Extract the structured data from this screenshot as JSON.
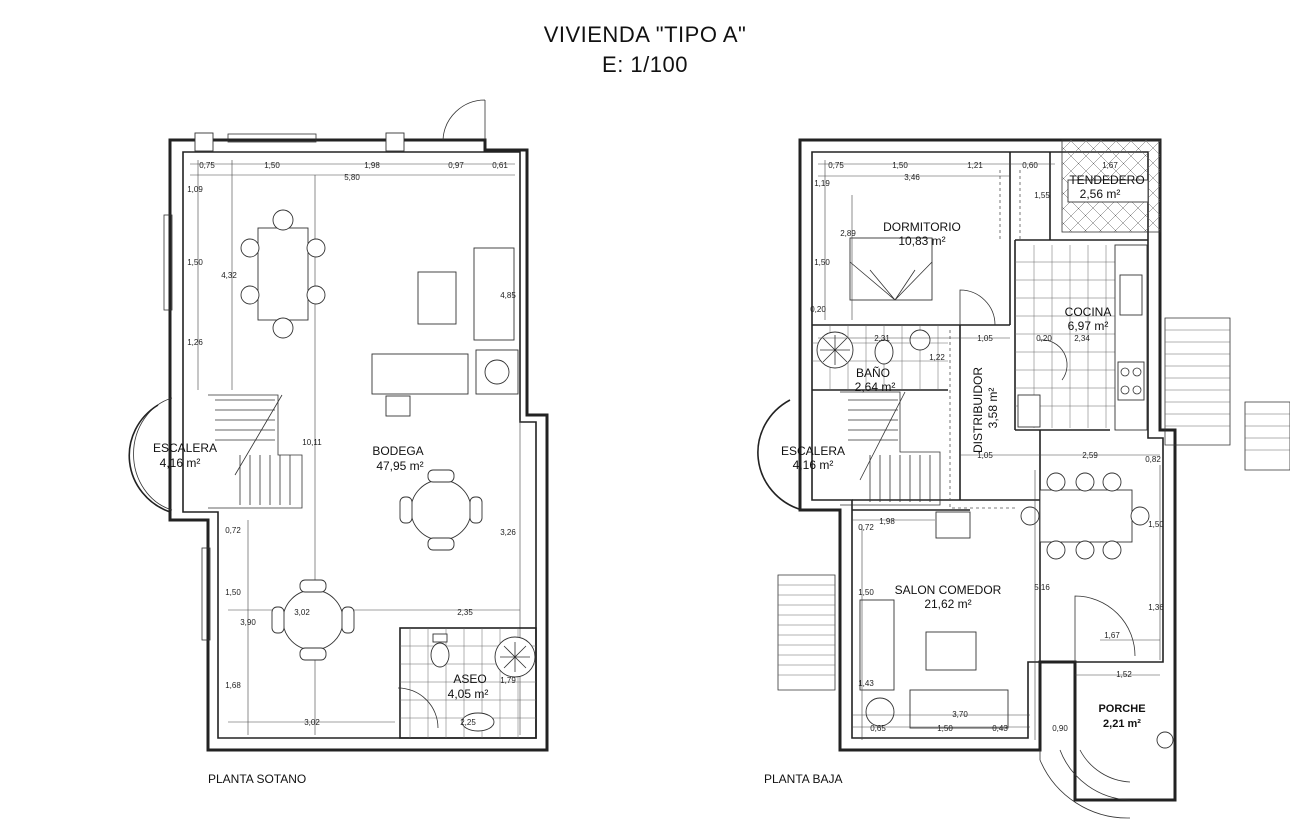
{
  "header": {
    "title": "VIVIENDA \"TIPO A\"",
    "scale": "E: 1/100"
  },
  "plans": {
    "sotano": {
      "name": "PLANTA SOTANO",
      "rooms": [
        {
          "name": "BODEGA",
          "area": "47,95 m²"
        },
        {
          "name": "ESCALERA",
          "area": "4,16 m²"
        },
        {
          "name": "ASEO",
          "area": "4,05 m²"
        }
      ],
      "dims": [
        "0,75",
        "1,50",
        "1,98",
        "0,97",
        "0,61",
        "5,80",
        "1,09",
        "1,50",
        "4,32",
        "1,26",
        "4,85",
        "10,11",
        "3,26",
        "0,72",
        "1,50",
        "3,90",
        "1,68",
        "3,02",
        "2,35",
        "1,79",
        "3,02",
        "2,25"
      ]
    },
    "baja": {
      "name": "PLANTA BAJA",
      "rooms": [
        {
          "name": "DORMITORIO",
          "area": "10,83 m²"
        },
        {
          "name": "TENDEDERO",
          "area": "2,56 m²"
        },
        {
          "name": "COCINA",
          "area": "6,97 m²"
        },
        {
          "name": "BAÑO",
          "area": "2,64 m²"
        },
        {
          "name": "DISTRIBUIDOR",
          "area": "3,58 m²"
        },
        {
          "name": "ESCALERA",
          "area": "4,16 m²"
        },
        {
          "name": "SALON COMEDOR",
          "area": "21,62 m²"
        },
        {
          "name": "PORCHE",
          "area": "2,21 m²"
        }
      ],
      "dims": [
        "0,75",
        "1,50",
        "1,21",
        "0,60",
        "1,67",
        "3,46",
        "1,19",
        "1,55",
        "2,89",
        "1,50",
        "0,20",
        "2,31",
        "1,05",
        "2,34",
        "0,20",
        "1,22",
        "1,05",
        "2,59",
        "0,82",
        "1,98",
        "0,72",
        "1,50",
        "5,16",
        "1,36",
        "1,50",
        "1,67",
        "1,52",
        "1,43",
        "3,70",
        "0,65",
        "1,50",
        "0,43",
        "0,90"
      ]
    }
  }
}
